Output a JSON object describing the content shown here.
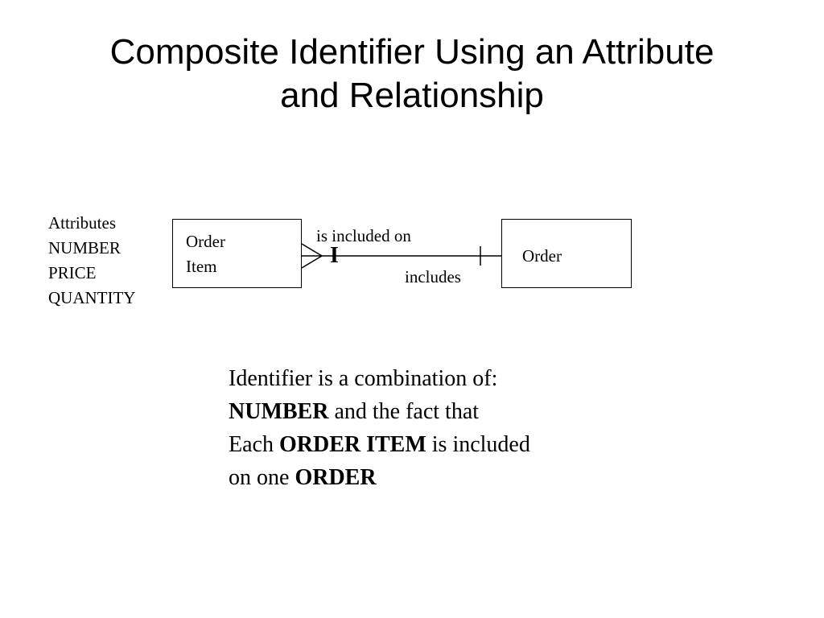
{
  "title": {
    "line1": "Composite Identifier Using an Attribute",
    "line2": "and Relationship"
  },
  "attributes": {
    "heading": "Attributes",
    "items": [
      "NUMBER",
      "PRICE",
      "QUANTITY"
    ]
  },
  "entities": {
    "order_item": {
      "line1": "Order",
      "line2": "Item"
    },
    "order": {
      "label": "Order"
    }
  },
  "relationship": {
    "forward_label": "is included on",
    "backward_label": "includes",
    "identifier_mark": "I"
  },
  "explanation": {
    "line1": "Identifier is a combination of:",
    "line2_bold": "NUMBER",
    "line2_rest": " and the fact that",
    "line3_pre": "Each ",
    "line3_bold": "ORDER ITEM",
    "line3_rest": " is included",
    "line4_pre": "on one ",
    "line4_bold": "ORDER"
  }
}
